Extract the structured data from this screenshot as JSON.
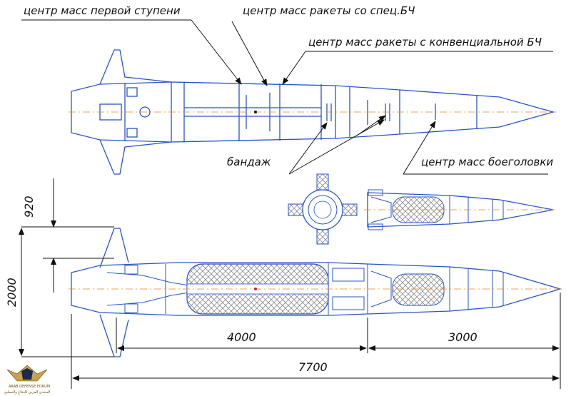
{
  "colors": {
    "outline": "#2a55c8",
    "centerline": "#e08a2a",
    "hatch": "#8a8a8a",
    "ink": "#111111",
    "logo": "#c8a24a"
  },
  "labels": {
    "first_stage_cm": "центр масс первой ступени",
    "special_warhead_cm": "центр масс ракеты со спец.БЧ",
    "conventional_warhead_cm": "центр масс ракеты с конвенциальной БЧ",
    "bandage": "бандаж",
    "warhead_cm": "центр масс боеголовки"
  },
  "dimensions": {
    "fin_height": "920",
    "body_span": "2000",
    "first_stage_length": "4000",
    "warhead_length": "3000",
    "total_length": "7700"
  },
  "logo": {
    "line1": "ARAB DEFENSE FORUM",
    "line2": "المنتدى العربي للدفاع والتسليح",
    "icon": "eagle-emblem-icon"
  }
}
